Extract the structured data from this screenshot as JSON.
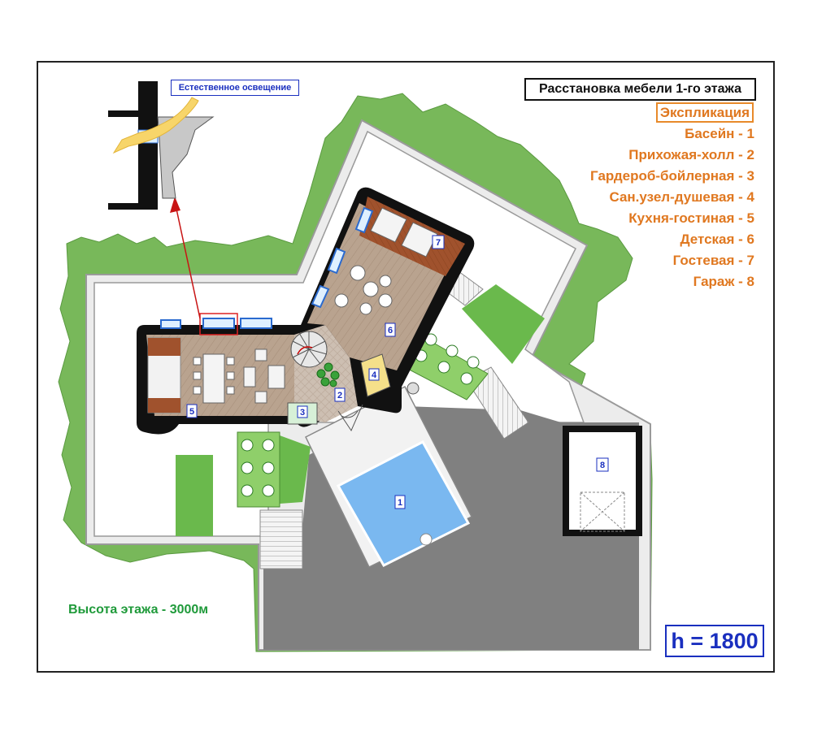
{
  "title": "Расстановка мебели 1-го этажа",
  "explication": {
    "heading": "Экспликация",
    "items": [
      "Басейн - 1",
      "Прихожая-холл - 2",
      "Гардероб-бойлерная - 3",
      "Сан.узел-душевая - 4",
      "Кухня-гостиная - 5",
      "Детская - 6",
      "Гостевая - 7",
      "Гараж - 8"
    ]
  },
  "natural_light_label": "Естественное освещение",
  "floor_height_note": "Высота этажа - 3000м",
  "level_mark": "h = 1800",
  "rooms": [
    {
      "num": "1"
    },
    {
      "num": "2"
    },
    {
      "num": "3"
    },
    {
      "num": "4"
    },
    {
      "num": "5"
    },
    {
      "num": "6"
    },
    {
      "num": "7"
    },
    {
      "num": "8"
    }
  ],
  "colors": {
    "lawn": "#78b85a",
    "paving": "#808080",
    "walkway": "#ededed",
    "pool": "#7ab8f0",
    "floor_wood": "#b7a08a",
    "wall": "#111111",
    "accent_orange": "#e07820",
    "label_blue": "#1a2fbf",
    "note_green": "#1f9a3a"
  }
}
